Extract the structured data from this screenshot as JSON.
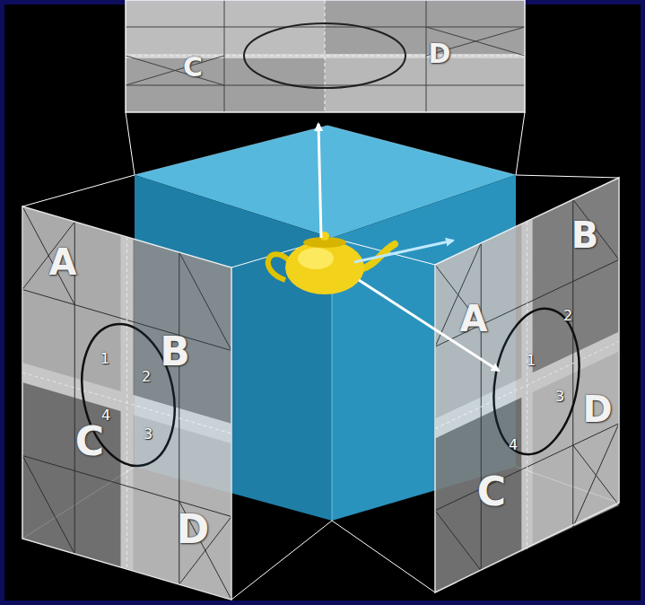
{
  "diagram": {
    "labels": [
      "C",
      "D",
      "A",
      "B",
      "1",
      "2",
      "4",
      "3",
      "C",
      "D",
      "A",
      "B",
      "2",
      "1",
      "3",
      "4",
      "C",
      "D"
    ]
  }
}
